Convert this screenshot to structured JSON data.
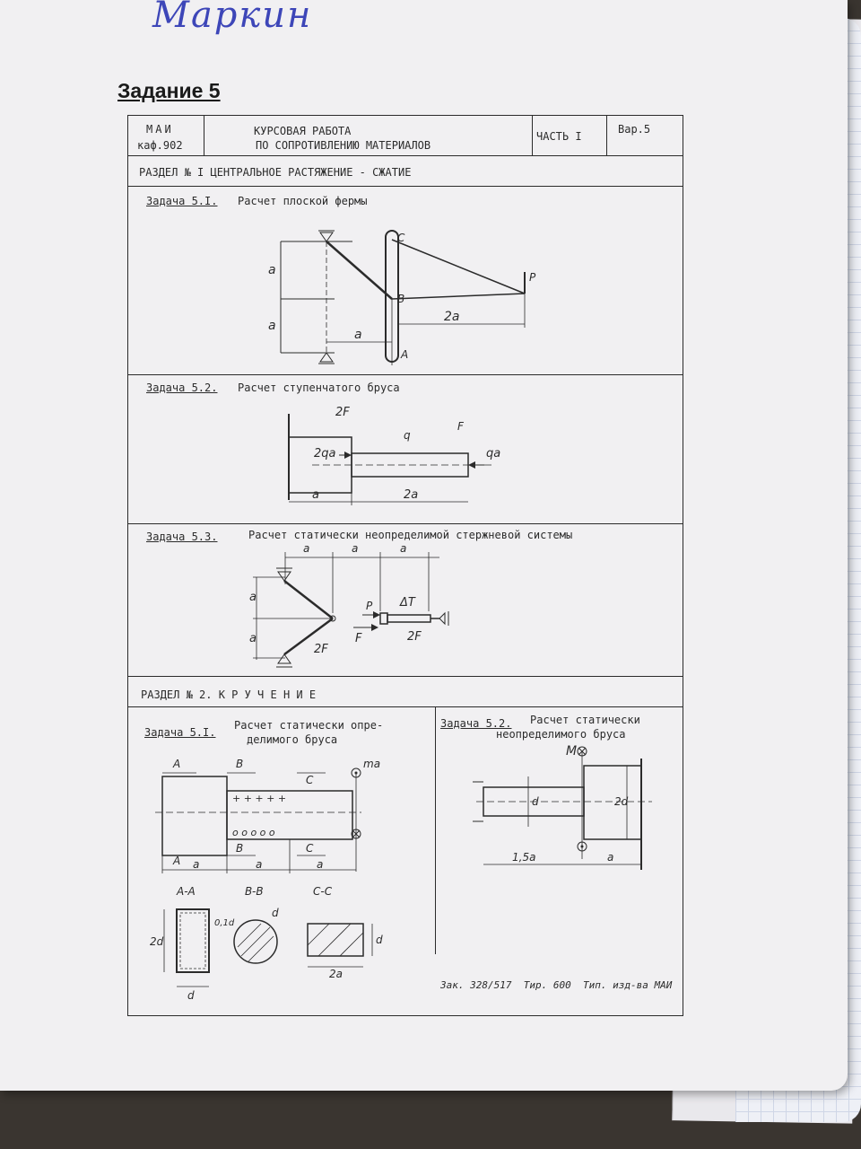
{
  "handwritten_name": "Маркин",
  "task_heading": "Задание 5",
  "form_header": {
    "institute": "МАИ",
    "department": "каф.902",
    "title_line1": "КУРСОВАЯ  РАБОТА",
    "title_line2": "ПО СОПРОТИВЛЕНИЮ МАТЕРИАЛОВ",
    "part": "ЧАСТЬ I",
    "variant": "Вар.5"
  },
  "section1": {
    "title": "РАЗДЕЛ № I  ЦЕНТРАЛЬНОЕ РАСТЯЖЕНИЕ - СЖАТИЕ",
    "task1": {
      "number": "Задача 5.I.",
      "title": "Расчет плоской фермы",
      "labels": {
        "c": "C",
        "b": "B",
        "a_point": "A",
        "p": "P",
        "a1": "a",
        "a2": "a",
        "a3": "a",
        "two_a": "2a"
      }
    },
    "task2": {
      "number": "Задача 5.2.",
      "title": "Расчет ступенчатого бруса",
      "labels": {
        "area_large": "2F",
        "area_small": "F",
        "load_left": "2qa",
        "dist_load": "q",
        "load_right": "qa",
        "len_a": "a",
        "len_2a": "2a"
      }
    },
    "task3": {
      "number": "Задача 5.3.",
      "title": "Расчет статически неопределимой стержневой системы",
      "labels": {
        "top_a1": "a",
        "top_a2": "a",
        "top_a3": "a",
        "left_a1": "a",
        "left_a2": "a",
        "rod_area_2f": "2F",
        "force_p": "P",
        "area_f": "F",
        "temp": "ΔT",
        "area_2f_right": "2F"
      }
    }
  },
  "section2": {
    "title": "РАЗДЕЛ № 2.  К Р У Ч Е Н И Е",
    "task1": {
      "number": "Задача 5.I.",
      "title_line1": "Расчет статически опре-",
      "title_line2": "делимого бруса",
      "labels": {
        "sec_a_top": "A",
        "sec_b_top": "B",
        "sec_c_top": "C",
        "sec_a_bot": "A",
        "sec_b_bot": "B",
        "sec_c_bot": "C",
        "moment": "ma",
        "len1": "a",
        "len2": "a",
        "len3": "a",
        "cut_aa": "A-A",
        "cut_bb": "B-B",
        "cut_cc": "C-C",
        "box_h": "2d",
        "box_w": "d",
        "wall": "0,1d",
        "circle_d": "d",
        "rect_h": "d",
        "rect_w": "2a"
      }
    },
    "task2": {
      "number": "Задача 5.2.",
      "title_line1": "Расчет статически",
      "title_line2": "неопределимого бруса",
      "labels": {
        "moment_m": "M",
        "dia_small": "d",
        "dia_large": "2d",
        "len_15a": "1,5a",
        "len_a": "a"
      }
    }
  },
  "footer": {
    "order_label": "Зак.",
    "order_no": "328/517",
    "print_label": "Тир.",
    "print_run": "600",
    "publisher": "Тип. изд-ва МАИ"
  }
}
